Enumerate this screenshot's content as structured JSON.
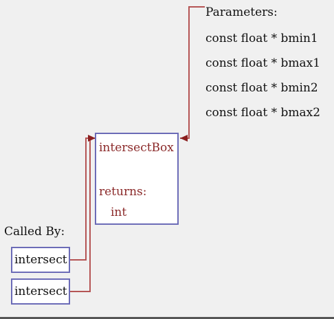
{
  "parameters": {
    "heading": "Parameters:",
    "items": [
      "const float * bmin1",
      "const float * bmax1",
      "const float * bmin2",
      "const float * bmax2"
    ]
  },
  "function": {
    "name": "intersectBox",
    "returns_label": "returns:",
    "returns_type": "int"
  },
  "called_by": {
    "heading": "Called By:",
    "callers": [
      "intersect",
      "intersect"
    ]
  },
  "colors": {
    "connector": "#b55454",
    "arrowhead": "#8b2020",
    "box_border": "#6b6bb7",
    "function_text": "#8b2a2a",
    "background": "#f0f0f0"
  }
}
